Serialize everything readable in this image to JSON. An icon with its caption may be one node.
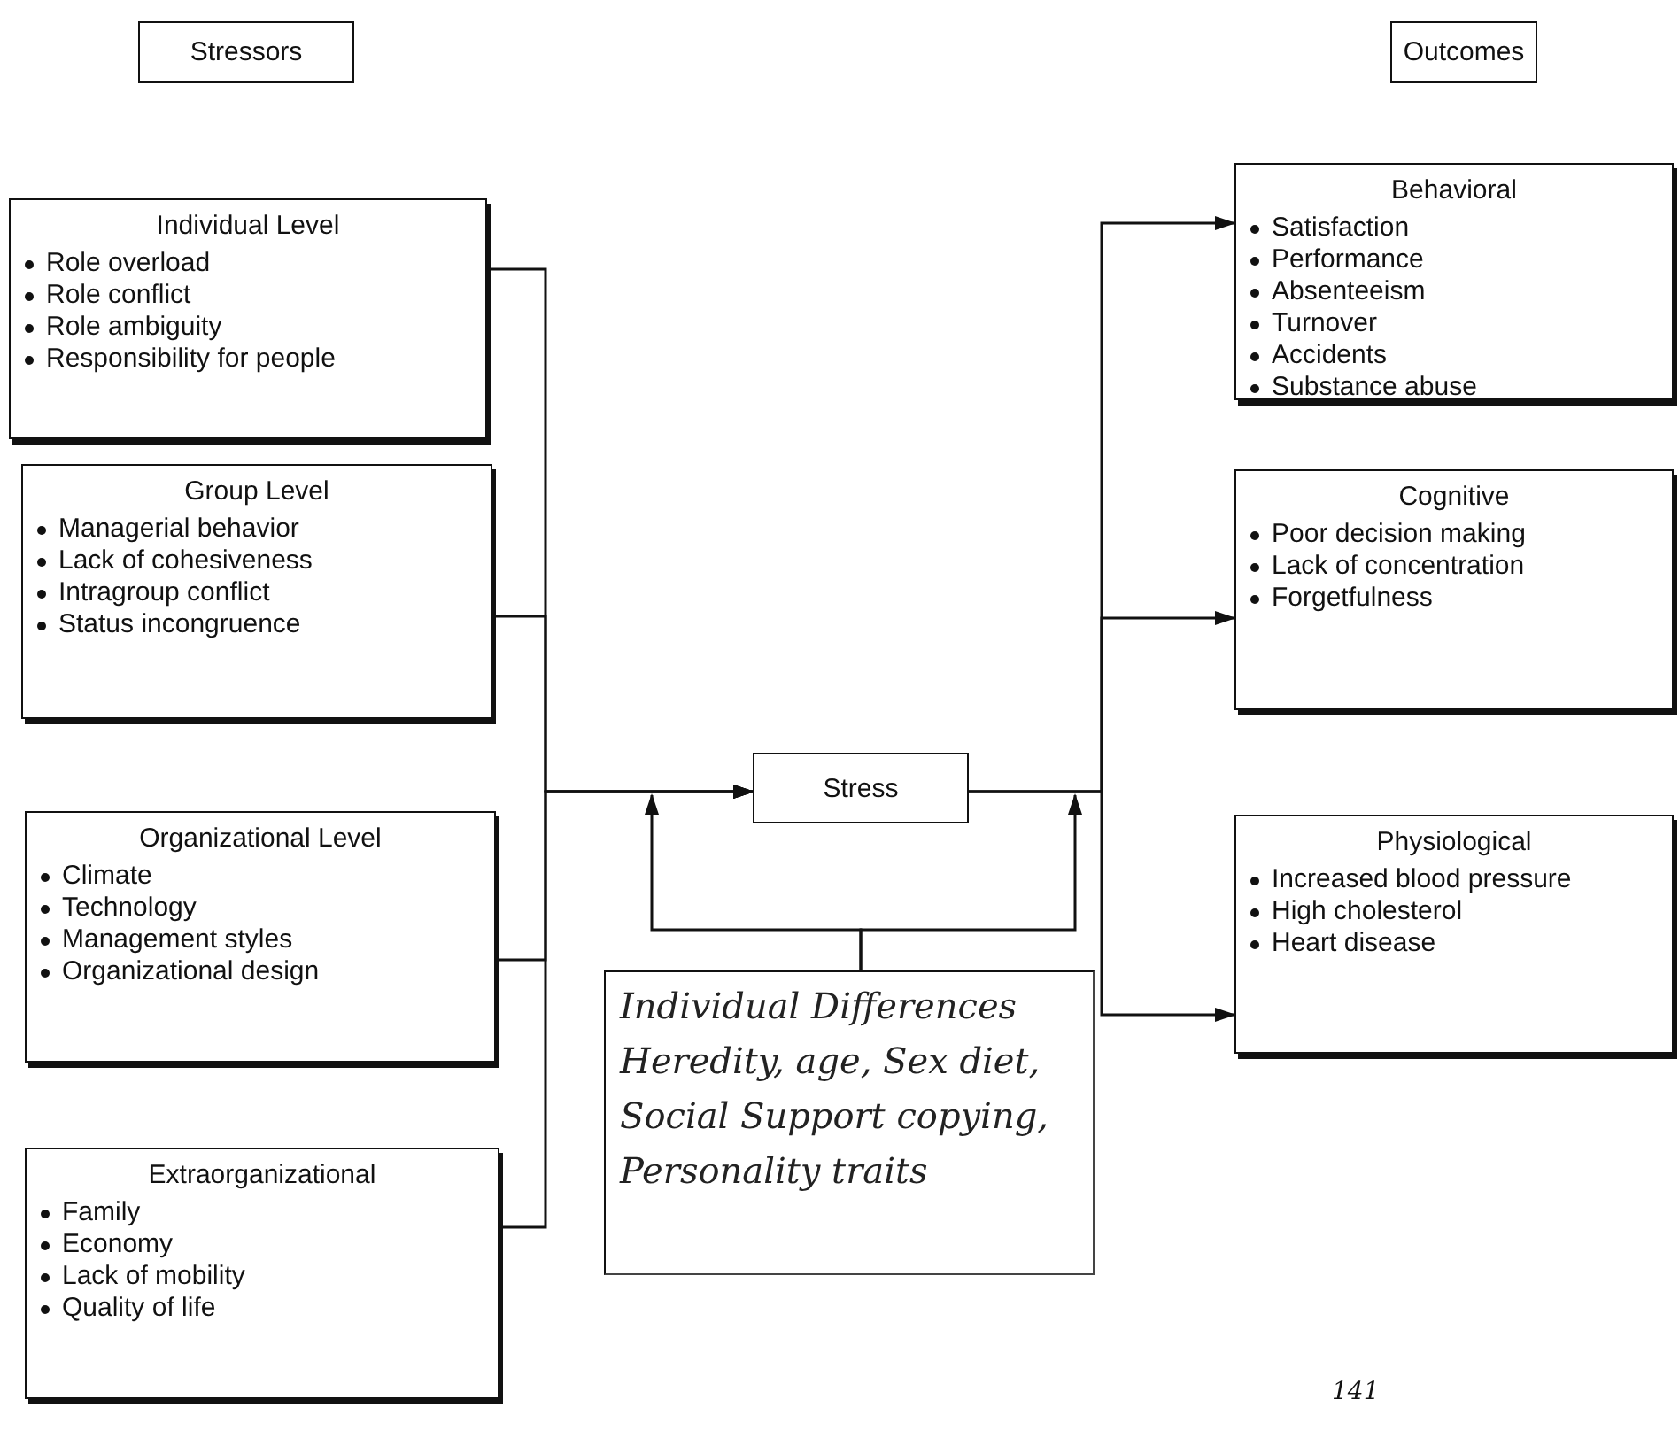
{
  "diagram": {
    "nodes": [
      {
        "text": [
          "Stressors"
        ]
      },
      {
        "text": [
          "Individual Level",
          "Role overload",
          "Role conflict",
          "Role ambiguity",
          "Responsibility for people"
        ]
      },
      {
        "text": [
          "Group Level",
          "Managerial behavior",
          "Lack of cohesiveness",
          "Intragroup conflict",
          "Status incongruence"
        ]
      },
      {
        "text": [
          "Organizational Level",
          "Climate",
          "Technology",
          "Management styles",
          "Organizational design"
        ]
      },
      {
        "text": [
          "Extraorganizational",
          "Family",
          "Economy",
          "Lack of mobility",
          "Quality of life"
        ]
      },
      {
        "text": [
          "Stress"
        ]
      },
      {
        "text": [
          "Individual Differences",
          "Heredity, age, Sex diet, Social Support copying, Personality traits"
        ]
      },
      {
        "text": [
          "Outcomes"
        ]
      },
      {
        "text": [
          "Behavioral",
          "Satisfaction",
          "Performance",
          "Absenteeism",
          "Turnover",
          "Accidents",
          "Substance abuse"
        ]
      },
      {
        "text": [
          "Cognitive",
          "Poor decision making",
          "Lack of concentration",
          "Forgetfulness"
        ]
      },
      {
        "text": [
          "Physiological",
          "Increased blood pressure",
          "High cholesterol",
          "Heart disease"
        ]
      }
    ],
    "edges": [
      {
        "from": 1,
        "to": 5,
        "arrow": "to"
      },
      {
        "from": 2,
        "to": 5,
        "arrow": "to"
      },
      {
        "from": 3,
        "to": 5,
        "arrow": "to"
      },
      {
        "from": 4,
        "to": 5,
        "arrow": "to"
      },
      {
        "from": 6,
        "to": null,
        "arrow": "to"
      },
      {
        "from": 6,
        "to": null,
        "arrow": "to"
      },
      {
        "from": 5,
        "to": 8,
        "arrow": "to"
      },
      {
        "from": 5,
        "to": 9,
        "arrow": "to"
      },
      {
        "from": 5,
        "to": 10,
        "arrow": "to"
      }
    ],
    "labels": [
      "141"
    ]
  }
}
